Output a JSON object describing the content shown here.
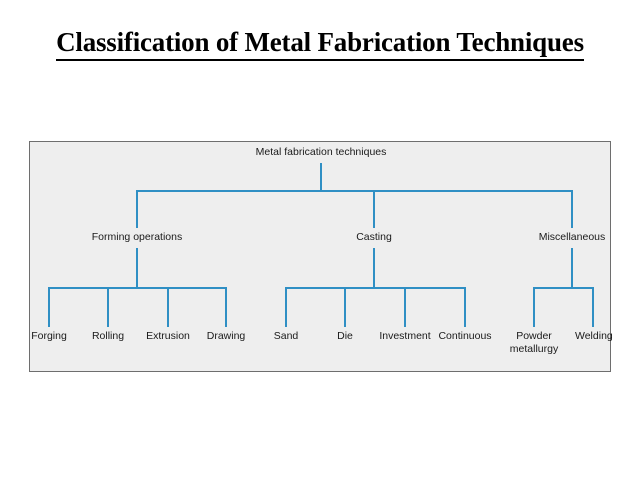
{
  "slide": {
    "title": "Classification of Metal Fabrication Techniques"
  },
  "colors": {
    "connector_blue": "#2f8fc4",
    "panel_fill": "#eeeeee",
    "panel_border": "#6e6e6e",
    "text": "#1a1a1a",
    "title_text": "#000000"
  },
  "diagram": {
    "type": "hierarchy-tree",
    "root": {
      "label": "Metal fabrication techniques"
    },
    "branches": [
      {
        "label": "Forming operations",
        "leaves": [
          {
            "label": "Forging"
          },
          {
            "label": "Rolling"
          },
          {
            "label": "Extrusion"
          },
          {
            "label": "Drawing"
          }
        ]
      },
      {
        "label": "Casting",
        "leaves": [
          {
            "label": "Sand"
          },
          {
            "label": "Die"
          },
          {
            "label": "Investment"
          },
          {
            "label": "Continuous"
          }
        ]
      },
      {
        "label": "Miscellaneous",
        "leaves": [
          {
            "label": "Powder metallurgy"
          },
          {
            "label": "Welding"
          }
        ]
      }
    ]
  }
}
